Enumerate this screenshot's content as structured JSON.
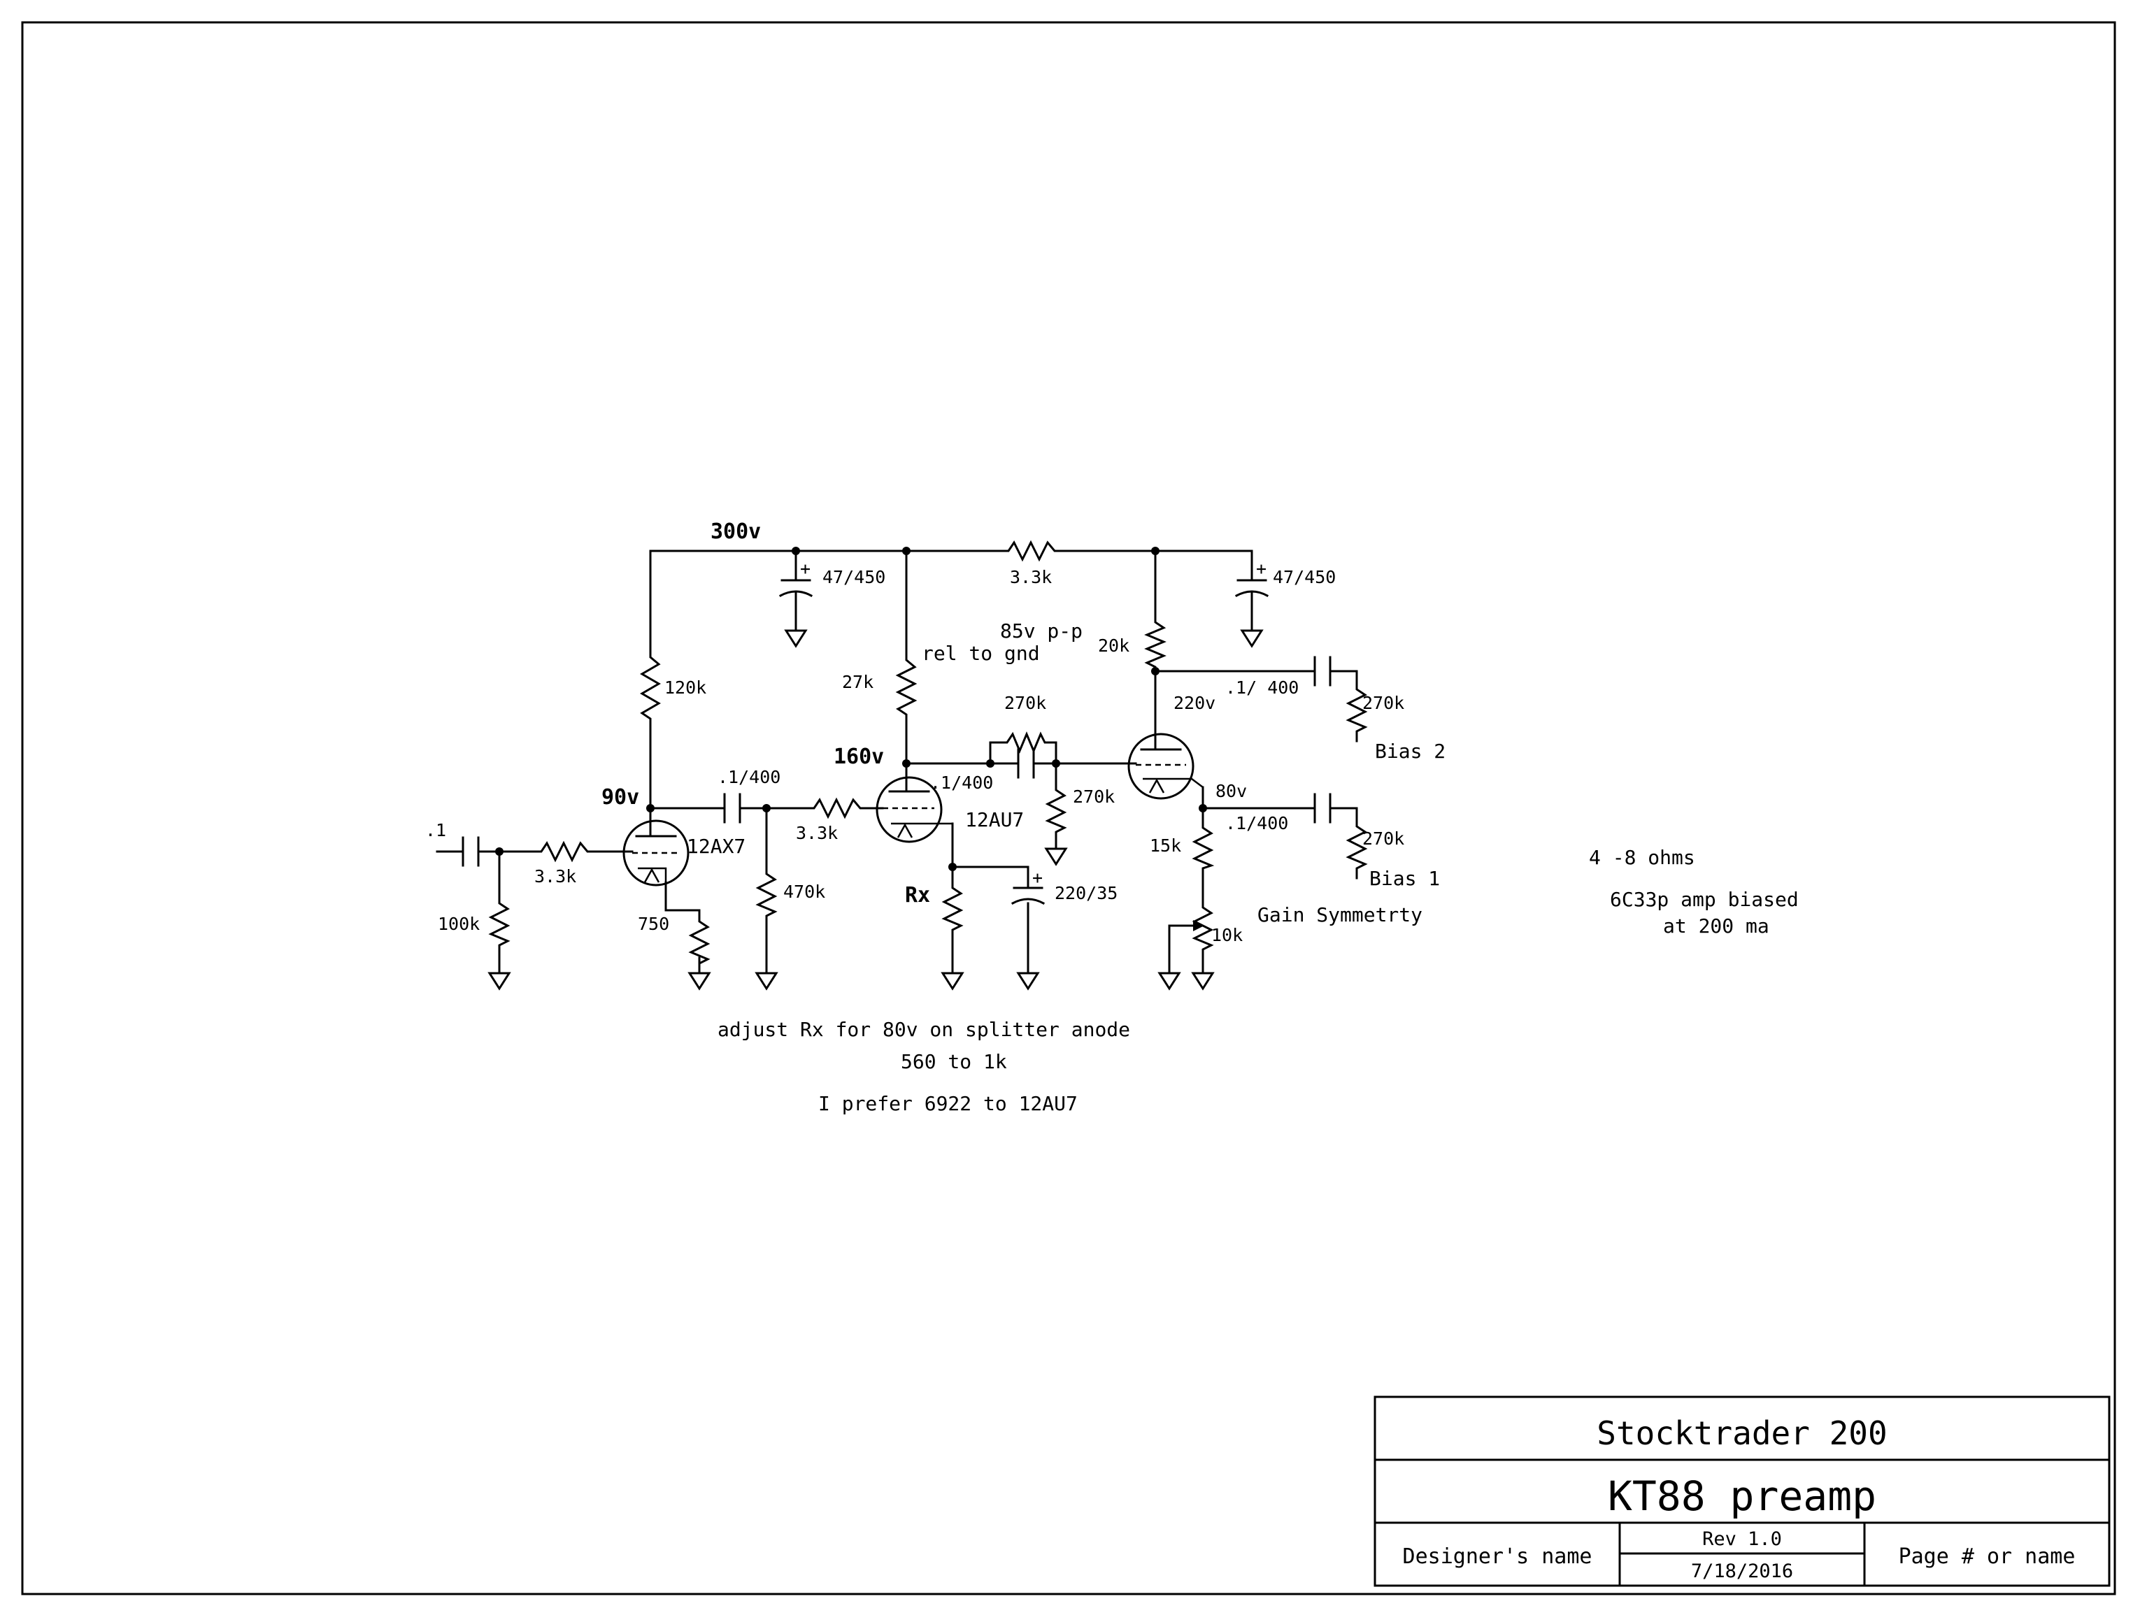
{
  "nodes": {
    "supply": "300v",
    "v1_plate": "90v",
    "v2_plate": "160v",
    "v3_plate": "220v",
    "v3_cathode": "80v"
  },
  "components": {
    "c_in": ".1",
    "r_grid1": "3.3k",
    "r_in_gnd": "100k",
    "r_cath1": "750",
    "r_plate1": "120k",
    "c_filter1": "47/450",
    "c_couple1": ".1/400",
    "r_grid2_leak": "470k",
    "r_grid2": "3.3k",
    "r_plate2": "27k",
    "r_x": "Rx",
    "c_cath2": "220/35",
    "c_couple2": ".1/400",
    "r_fb": "270k",
    "r_grid3": "270k",
    "r_drop": "3.3k",
    "r_plate3": "20k",
    "c_filter2": "47/450",
    "c_out2": ".1/ 400",
    "r_bias2": "270k",
    "c_out1": ".1/400",
    "r_bias1": "270k",
    "r_cath3": "15k",
    "pot_gain": "10k"
  },
  "tubes": {
    "v1": "12AX7",
    "v2": "12AU7"
  },
  "labels": {
    "bias2": "Bias 2",
    "bias1": "Bias 1",
    "gain_symmetry": "Gain Symmetrty",
    "p2p_1": "85v p-p",
    "p2p_2": "rel to gnd",
    "ohms": "4 -8 ohms",
    "amp_1": "6C33p amp biased",
    "amp_2": "at 200 ma"
  },
  "notes": {
    "line1": "adjust Rx for 80v on splitter anode",
    "line2": "560 to 1k",
    "line3": "I prefer 6922 to 12AU7"
  },
  "title_block": {
    "project": "Stocktrader 200",
    "sheet_title": "KT88 preamp",
    "designer": "Designer's name",
    "revision": "Rev 1.0",
    "date": "7/18/2016",
    "page": "Page # or name"
  }
}
